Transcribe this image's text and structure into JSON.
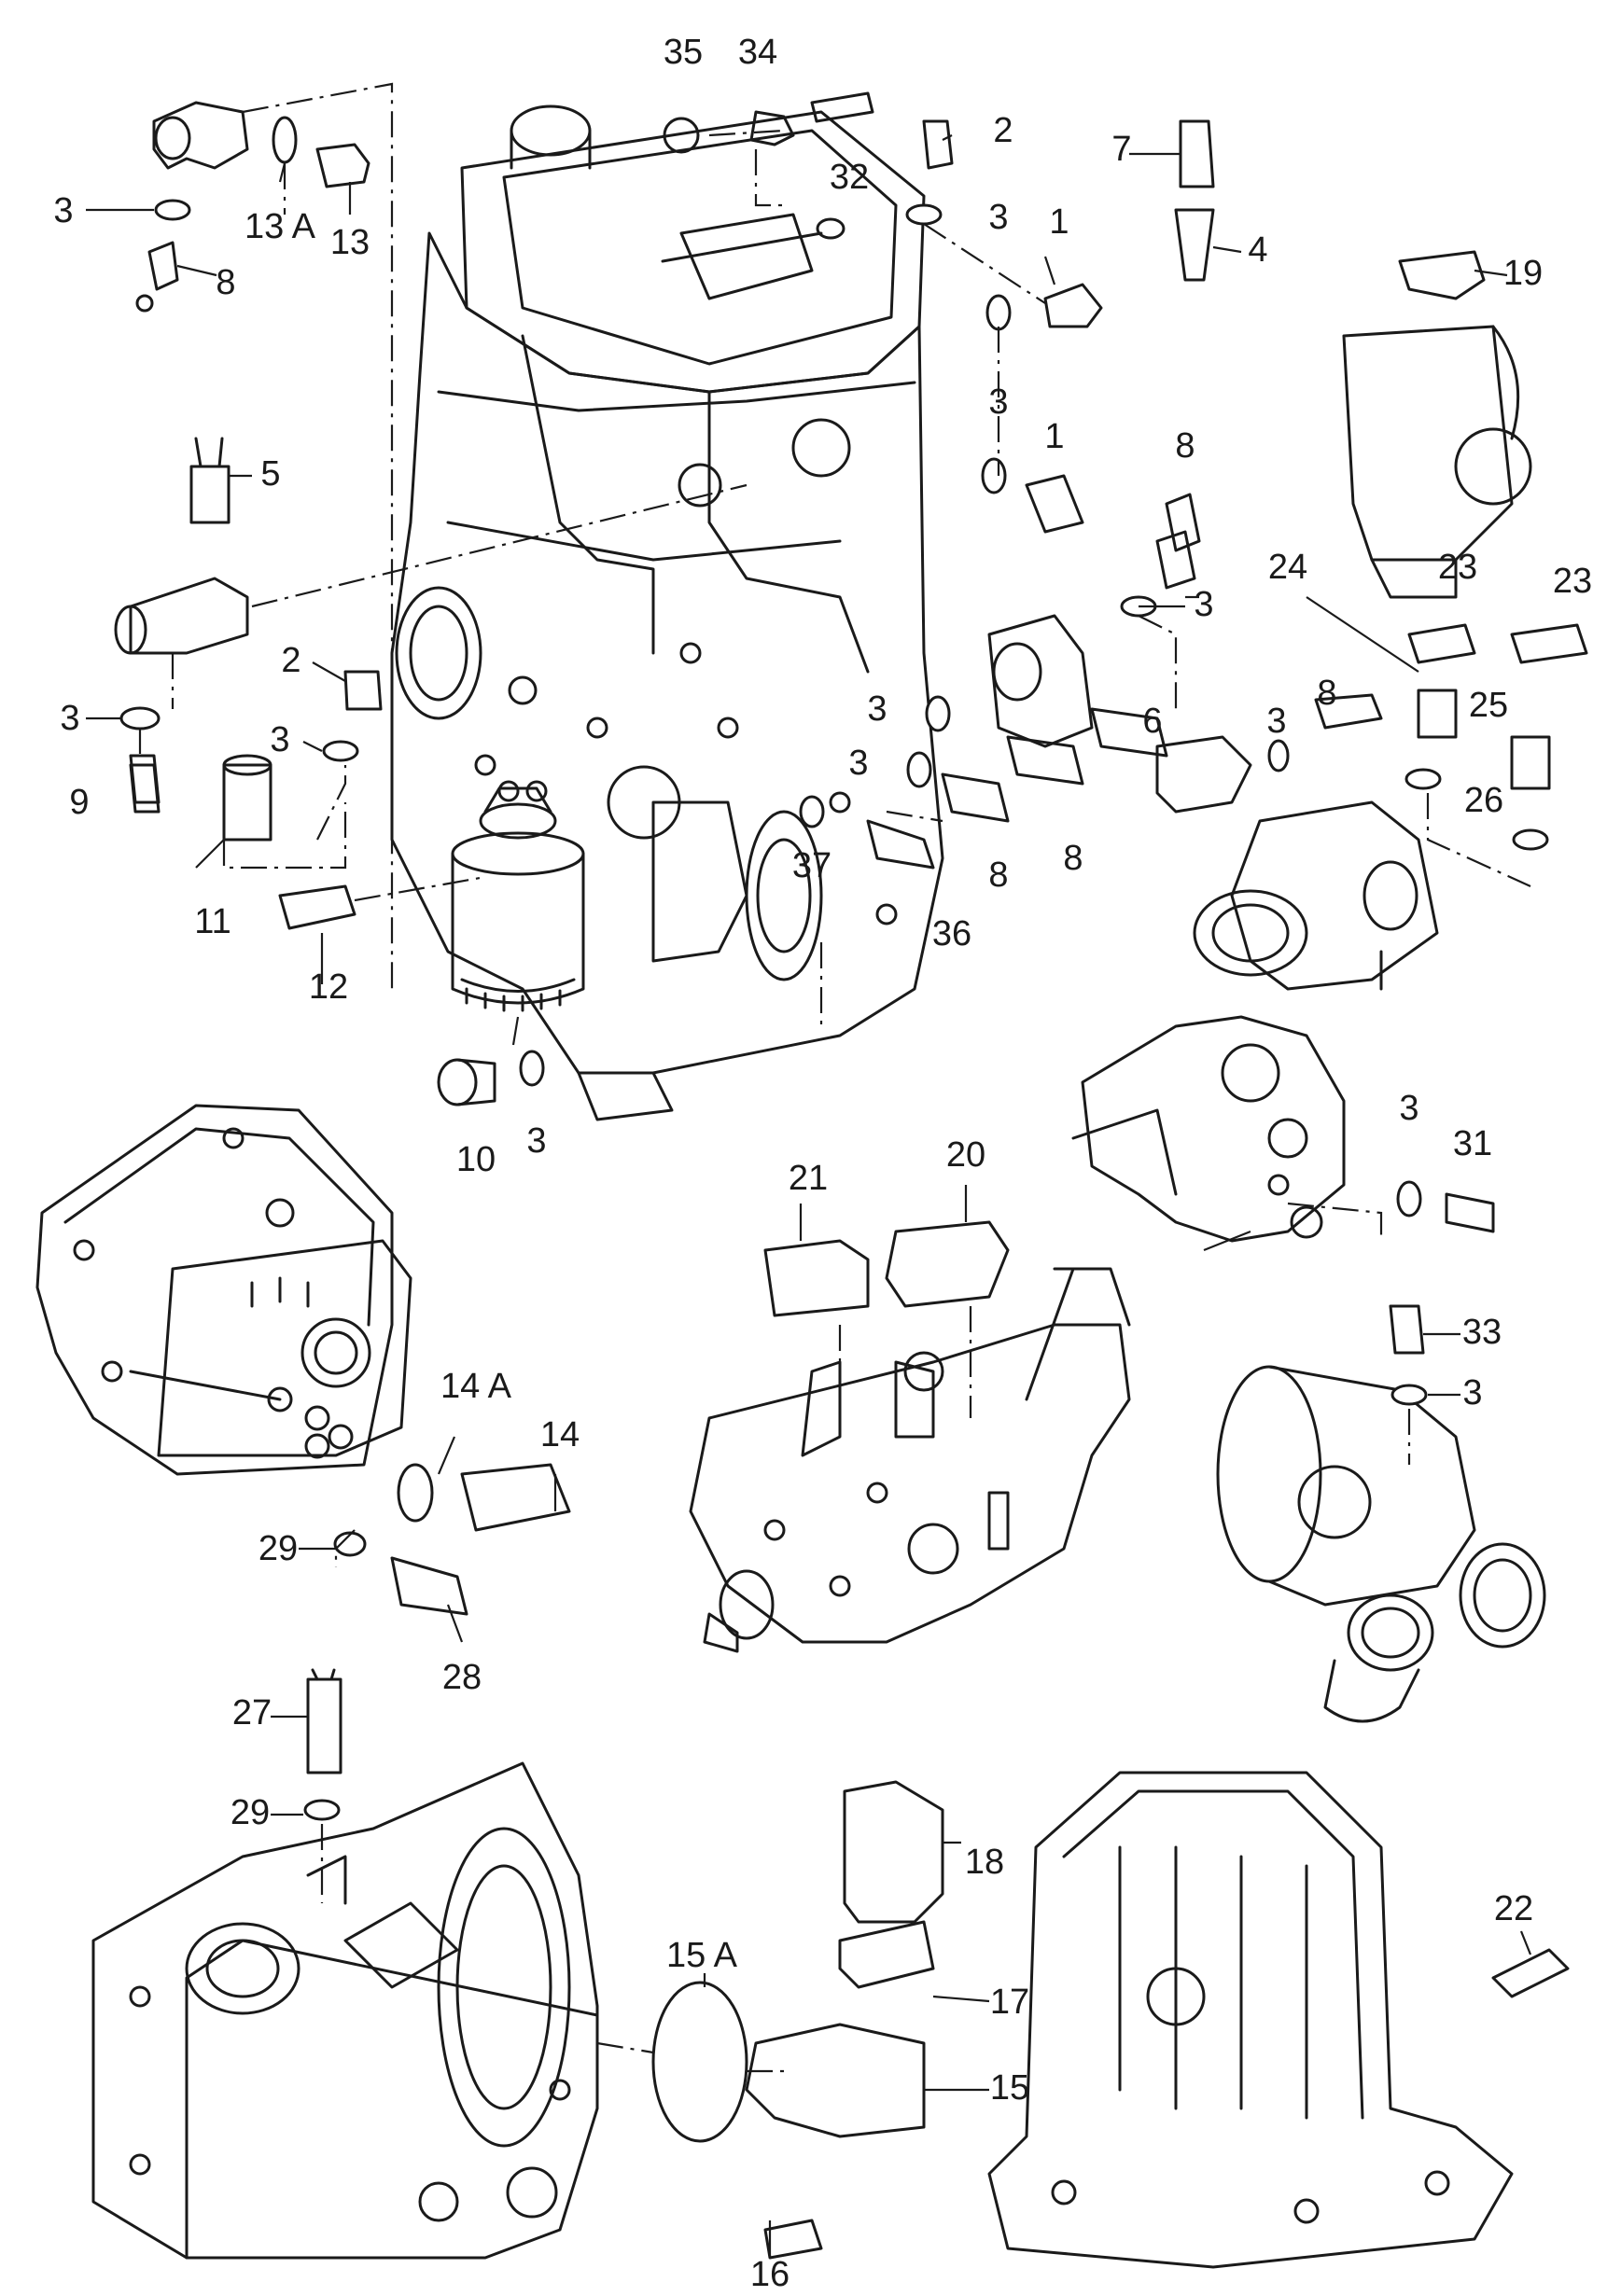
{
  "callouts": {
    "c35": "35",
    "c34": "34",
    "c32": "32",
    "c2a": "2",
    "c7": "7",
    "c4": "4",
    "c3a": "3",
    "c13a": "13 A",
    "c13": "13",
    "c8a": "8",
    "c3b": "3",
    "c1a": "1",
    "c19": "19",
    "c5": "5",
    "c3c": "3",
    "c1b": "1",
    "c8b": "8",
    "c24": "24",
    "c23a": "23",
    "c23b": "23",
    "c3d": "3",
    "c2b": "2",
    "c3e": "3",
    "c6": "6",
    "c3f": "3",
    "c8c": "8",
    "c25": "25",
    "c3g": "3",
    "c3h": "3",
    "c3i": "3",
    "c26": "26",
    "c9": "9",
    "c11": "11",
    "c37": "37",
    "c8d": "8",
    "c8e": "8",
    "c36": "36",
    "c12": "12",
    "c10": "10",
    "c3j": "3",
    "c3k": "3",
    "c31": "31",
    "c21": "21",
    "c20": "20",
    "c33": "33",
    "c3l": "3",
    "c14a": "14 A",
    "c14": "14",
    "c29a": "29",
    "c28": "28",
    "c27": "27",
    "c29b": "29",
    "c18": "18",
    "c15a": "15 A",
    "c17": "17",
    "c22": "22",
    "c15": "15",
    "c16": "16"
  }
}
